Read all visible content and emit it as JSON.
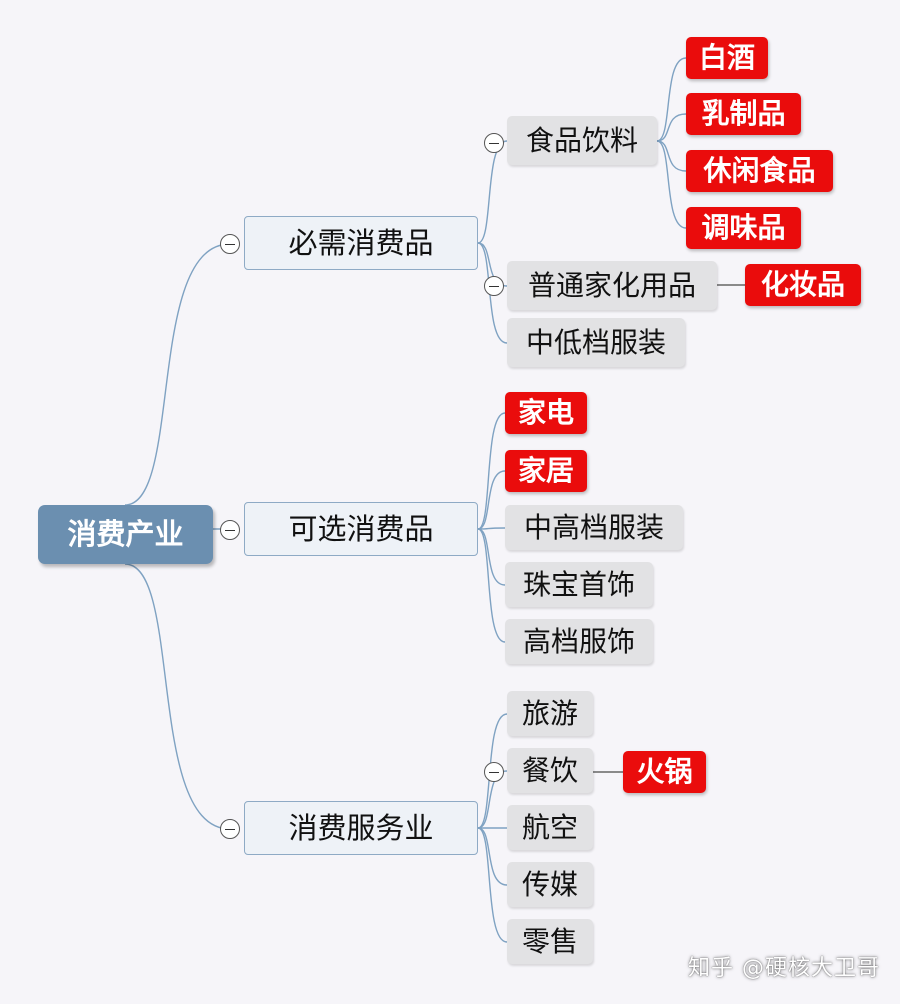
{
  "root": "消费产业",
  "categories": [
    {
      "label": "必需消费品",
      "children": [
        {
          "label": "食品饮料",
          "children": [
            "白酒",
            "乳制品",
            "休闲食品",
            "调味品"
          ]
        },
        {
          "label": "普通家化用品",
          "children": [
            "化妆品"
          ]
        },
        {
          "label": "中低档服装"
        }
      ]
    },
    {
      "label": "可选消费品",
      "children": [
        {
          "label": "家电",
          "highlight": true
        },
        {
          "label": "家居",
          "highlight": true
        },
        {
          "label": "中高档服装"
        },
        {
          "label": "珠宝首饰"
        },
        {
          "label": "高档服饰"
        }
      ]
    },
    {
      "label": "消费服务业",
      "children": [
        {
          "label": "旅游"
        },
        {
          "label": "餐饮",
          "children": [
            "火锅"
          ]
        },
        {
          "label": "航空"
        },
        {
          "label": "传媒"
        },
        {
          "label": "零售"
        }
      ]
    }
  ],
  "watermark": "知乎 @硬核大卫哥",
  "colors": {
    "root_fill": "#6b8fb0",
    "category_border": "#8eaac5",
    "leaf_fill": "#e2e2e4",
    "highlight_fill": "#ea0c0c",
    "connector": "#7fa2c2",
    "background": "#f6f5f9"
  }
}
